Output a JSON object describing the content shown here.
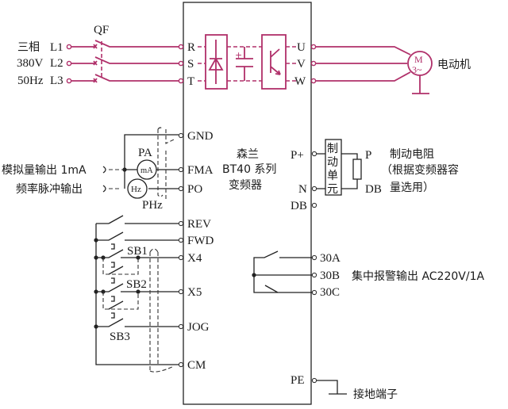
{
  "supply": {
    "labels": [
      "三相",
      "380V",
      "50Hz"
    ],
    "phases": [
      "L1",
      "L2",
      "L3"
    ],
    "breaker": "QF"
  },
  "inverter": {
    "name_lines": [
      "森兰",
      "BT40 系列",
      "变频器"
    ],
    "inputs": [
      "R",
      "S",
      "T"
    ],
    "outputs": [
      "U",
      "V",
      "W"
    ],
    "left_terminals": [
      "GND",
      "FMA",
      "PO",
      "REV",
      "FWD",
      "X4",
      "X5",
      "JOG",
      "CM"
    ],
    "right_terminals": [
      "P+",
      "N",
      "DB",
      "30A",
      "30B",
      "30C",
      "PE"
    ]
  },
  "motor": {
    "symbol_top": "M",
    "symbol_bottom": "3~",
    "label": "电动机"
  },
  "meters": {
    "pa_label": "PA",
    "pa_symbol": "mA",
    "phz_label": "PHz",
    "phz_symbol": "Hz",
    "analog_out": "模拟量输出 1mA",
    "pulse_out": "频率脉冲输出"
  },
  "brake": {
    "unit_chars": [
      "制",
      "动",
      "单",
      "元"
    ],
    "p_label": "P",
    "db_label": "DB",
    "title": "制动电阻",
    "note_line1": "（根据变频器容",
    "note_line2": "量选用）"
  },
  "buttons": {
    "sb1": "SB1",
    "sb2": "SB2",
    "sb3": "SB3"
  },
  "alarm": {
    "label": "集中报警输出 AC220V/1A"
  },
  "ground": {
    "label": "接地端子"
  },
  "colors": {
    "power": "#b0306a",
    "control": "#222222"
  }
}
